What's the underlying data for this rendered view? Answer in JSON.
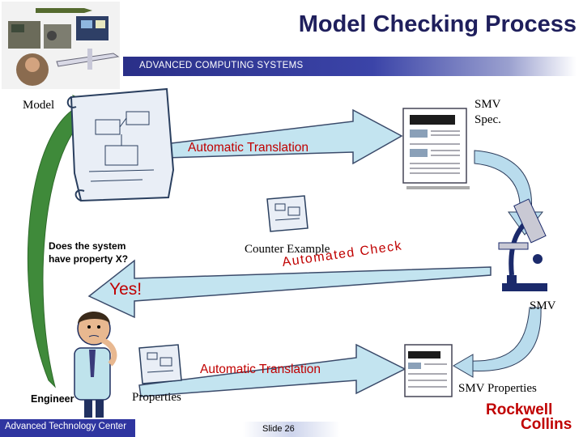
{
  "header": {
    "title": "Model Checking Process",
    "banner": "ADVANCED COMPUTING SYSTEMS"
  },
  "diagram": {
    "model_label": "Model",
    "smv_spec_label": [
      "SMV",
      "Spec."
    ],
    "auto_translation_top": "Automatic Translation",
    "question": [
      "Does the system",
      "have property X?"
    ],
    "counter_example": "Counter Example",
    "automated_check": "Automated Check",
    "yes": "Yes!",
    "smv_label": "SMV",
    "auto_translation_bottom": "Automatic Translation",
    "engineer_label": "Engineer",
    "properties_label": "Properties",
    "smv_properties_label": "SMV Properties"
  },
  "footer": {
    "left": "Advanced Technology Center",
    "slide": "Slide 26",
    "logo_line1": "Rockwell",
    "logo_line2": "Collins"
  },
  "colors": {
    "title": "#1f1f5c",
    "banner": "#2a2f88",
    "arrow_fill": "#c3e4f0",
    "arrow_stroke": "#3a4a6a",
    "accent_red": "#c00000",
    "curve_green": "#3f8a3a"
  }
}
